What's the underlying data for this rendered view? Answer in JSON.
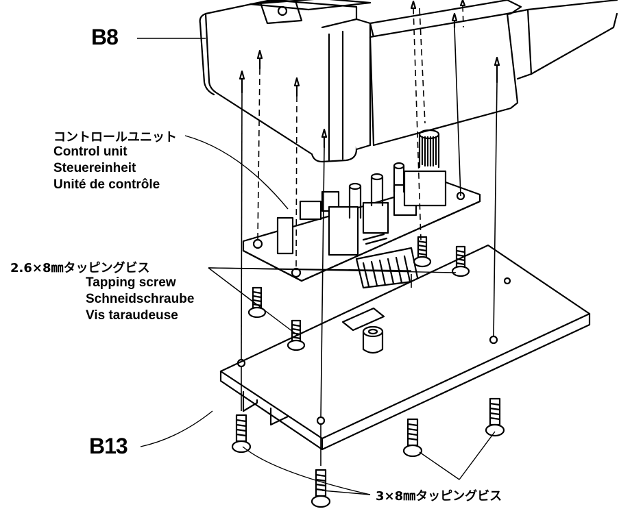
{
  "labels": {
    "b8": "B8",
    "b13": "B13",
    "control_unit_jp": "コントロールユニット",
    "control_unit_en": "Control unit",
    "control_unit_de": "Steuereinheit",
    "control_unit_fr": "Unité de contrôle",
    "screw_small_jp": "2.6×8㎜タッピングビス",
    "screw_small_en": "Tapping screw",
    "screw_small_de": "Schneidschraube",
    "screw_small_fr": "Vis taraudeuse",
    "screw_large_jp": "3×8㎜タッピングビス"
  }
}
